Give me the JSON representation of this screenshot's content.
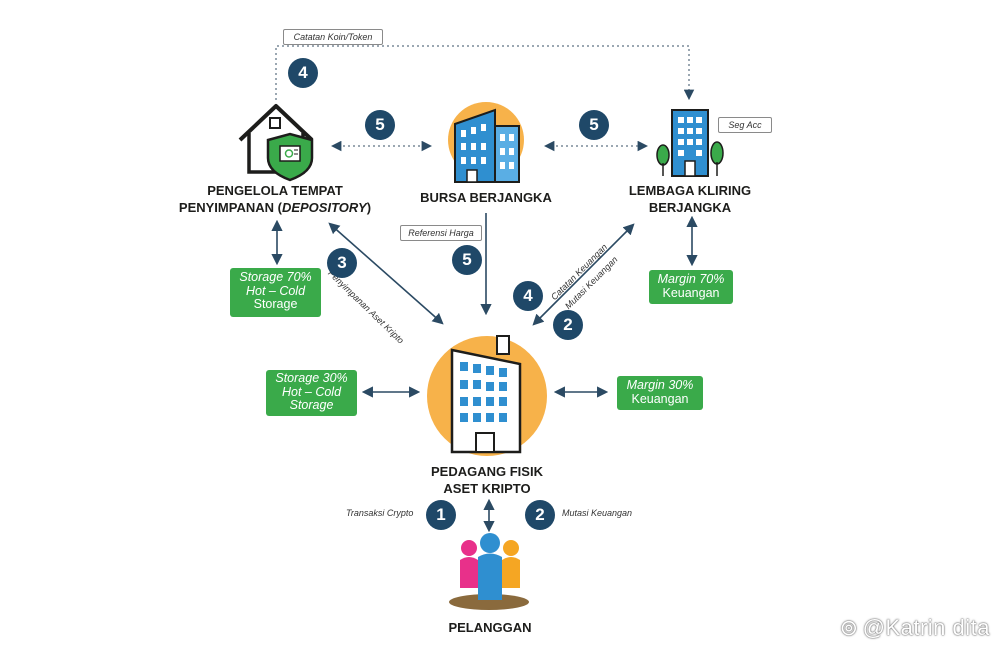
{
  "nodes": {
    "depository": {
      "line1": "PENGELOLA TEMPAT",
      "line2_pre": "PENYIMPANAN (",
      "line2_italic": "DEPOSITORY",
      "line2_post": ")"
    },
    "exchange": {
      "label": "BURSA BERJANGKA"
    },
    "clearing": {
      "line1": "LEMBAGA KLIRING",
      "line2": "BERJANGKA",
      "tag": "Seg Acc"
    },
    "trader": {
      "line1": "PEDAGANG FISIK",
      "line2": "ASET KRIPTO"
    },
    "customer": {
      "label": "PELANGGAN"
    }
  },
  "boxes": {
    "storage70": {
      "l1": "Storage 70%",
      "l2": "Hot – Cold",
      "l3": "Storage"
    },
    "storage30": {
      "l1": "Storage 30%",
      "l2": "Hot – Cold",
      "l3": "Storage"
    },
    "margin70": {
      "l1": "Margin 70%",
      "l2": "Keuangan"
    },
    "margin30": {
      "l1": "Margin 30%",
      "l2": "Keuangan"
    }
  },
  "notes": {
    "top": "Catatan Koin/Token",
    "price": "Referensi Harga"
  },
  "edge_labels": {
    "deposit": "Penyimpanan Aset Kripto",
    "fin_note": "Catatan Keuangan",
    "fin_mut": "Mutasi Keuangan",
    "crypto_tx": "Transaksi Crypto",
    "fin_mut_bottom": "Mutasi Keuangan"
  },
  "badges": {
    "b4_top": "4",
    "b5_left": "5",
    "b5_right": "5",
    "b3": "3",
    "b5_mid": "5",
    "b4_mid": "4",
    "b2_mid": "2",
    "b1": "1",
    "b2_bottom": "2"
  },
  "watermark": "@Katrin dita",
  "colors": {
    "navy": "#1f4868",
    "green": "#3aaa4a",
    "orange": "#f7b24a",
    "blue": "#2f8fd0",
    "line": "#2b4a63"
  }
}
